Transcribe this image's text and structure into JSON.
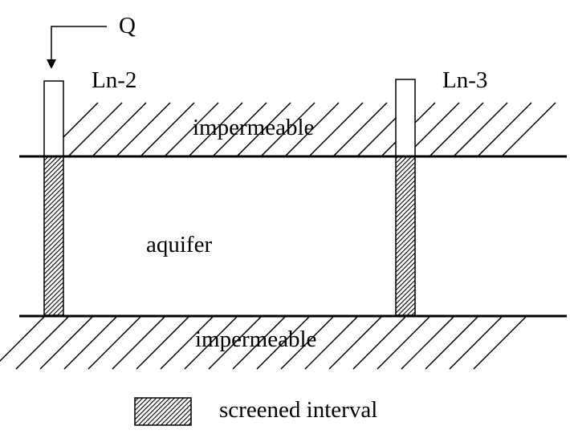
{
  "diagram": {
    "pumping_rate_label": "Q",
    "wells": [
      {
        "name": "Ln-2"
      },
      {
        "name": "Ln-3"
      }
    ],
    "layers": {
      "upper_confining": "impermeable",
      "aquifer": "aquifer",
      "lower_confining": "impermeable"
    },
    "legend": {
      "screened_interval": "screened interval"
    }
  },
  "colors": {
    "ink": "#000000",
    "background": "#ffffff"
  }
}
